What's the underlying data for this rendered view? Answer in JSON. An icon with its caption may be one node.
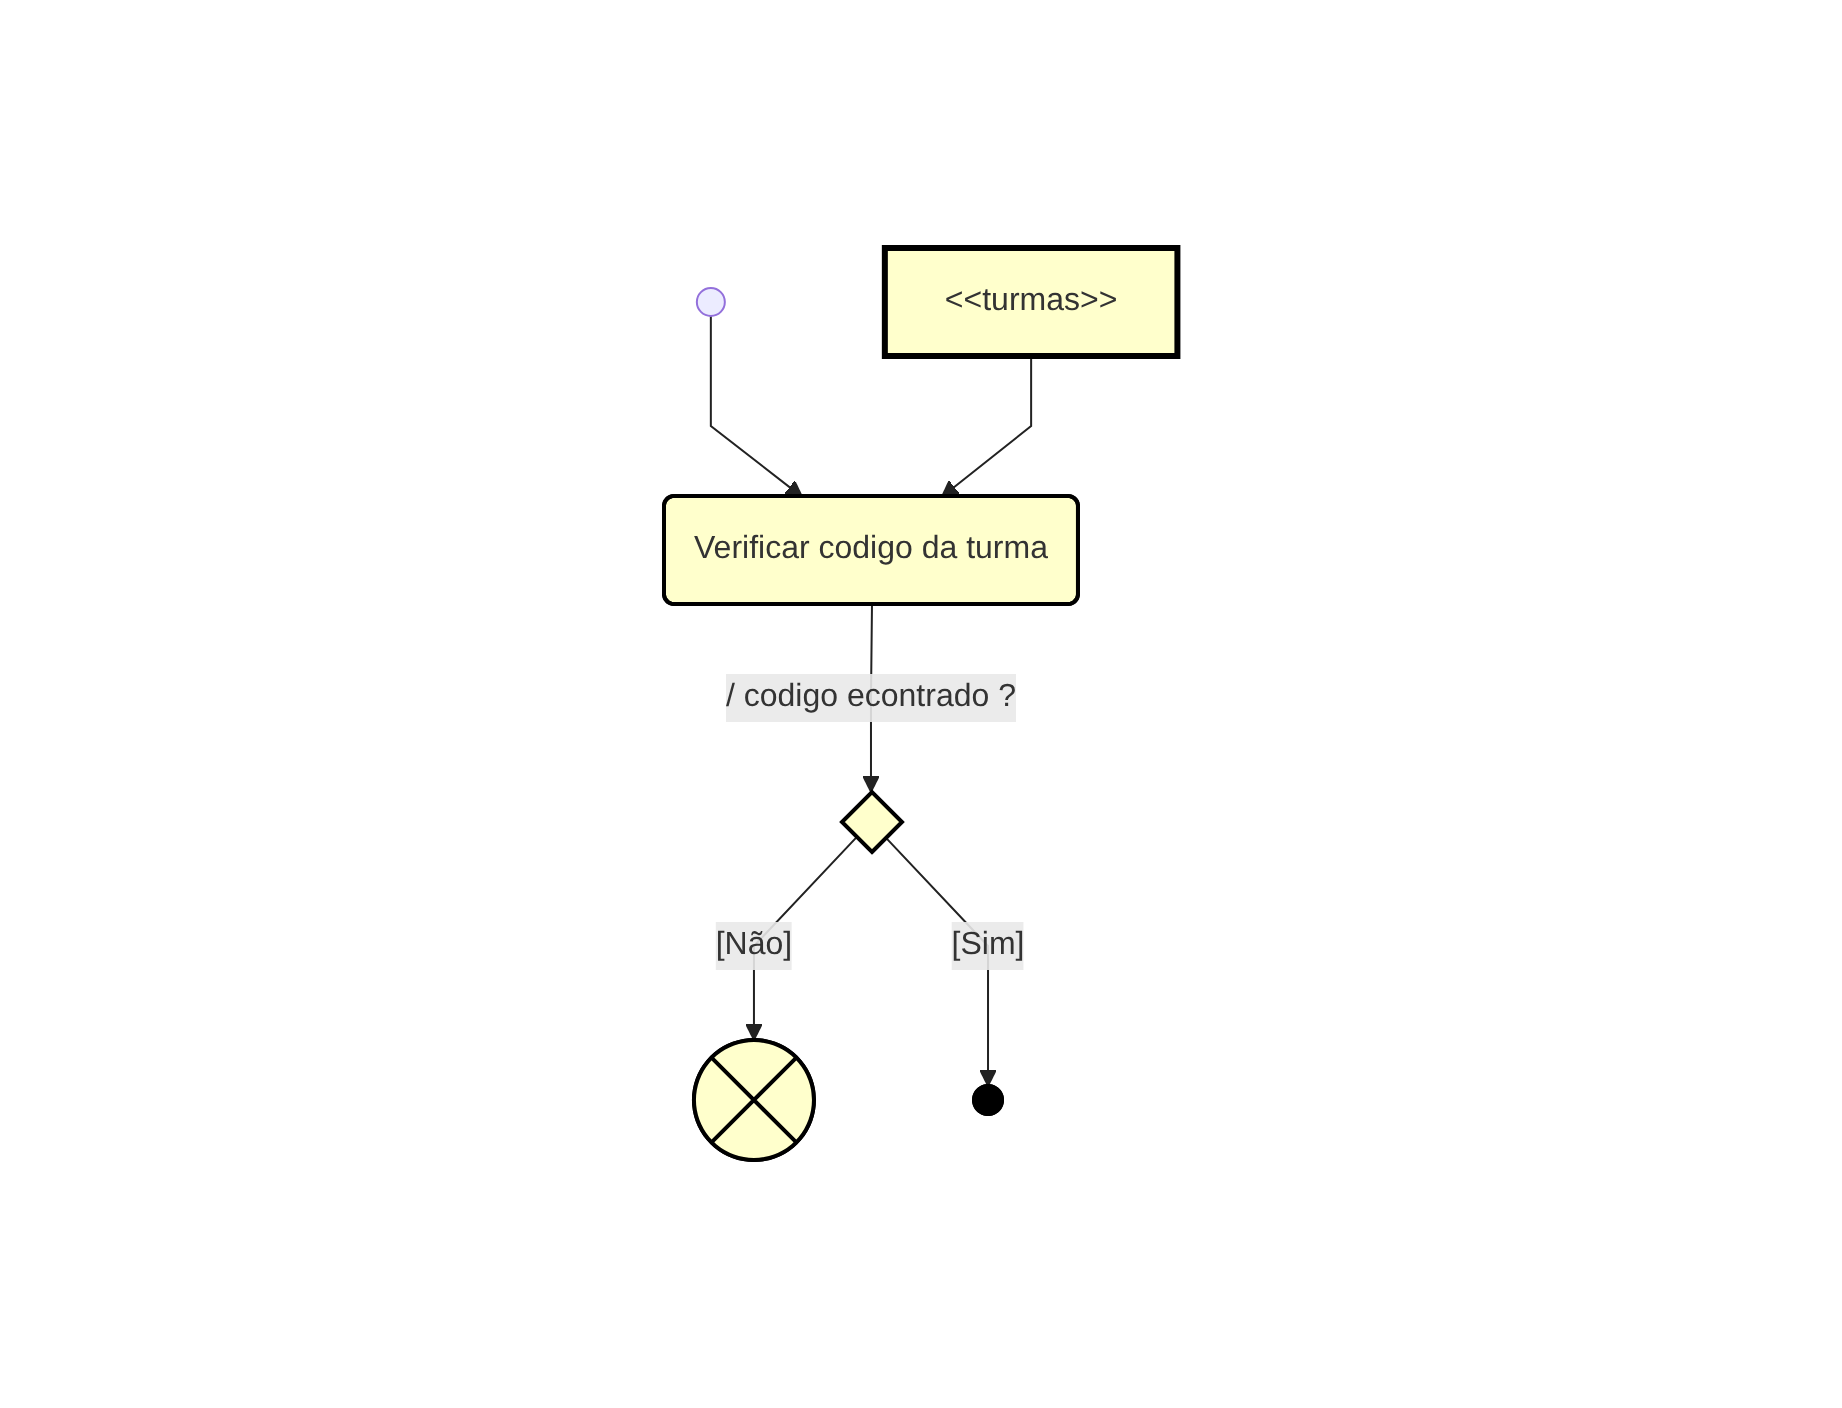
{
  "diagram": {
    "nodes": [
      {
        "text": [],
        "shape": "circle"
      },
      {
        "text": [
          "Verificar codigo da turma"
        ]
      },
      {
        "text": [
          "<<turmas>>"
        ]
      },
      {
        "text": [],
        "shape": "diamond"
      },
      {
        "text": [],
        "shape": "circle"
      },
      {
        "text": [],
        "shape": "circle"
      }
    ],
    "edges": [
      {
        "from": 0,
        "to": 1,
        "arrow": "to"
      },
      {
        "from": 2,
        "to": 1,
        "arrow": "to"
      },
      {
        "from": 1,
        "to": 3,
        "arrow": "to",
        "label": "/ codigo econtrado ?"
      },
      {
        "from": 3,
        "to": 4,
        "arrow": "to",
        "label": "[Não]"
      },
      {
        "from": 3,
        "to": 5,
        "arrow": "to",
        "label": "[Sim]"
      }
    ]
  }
}
